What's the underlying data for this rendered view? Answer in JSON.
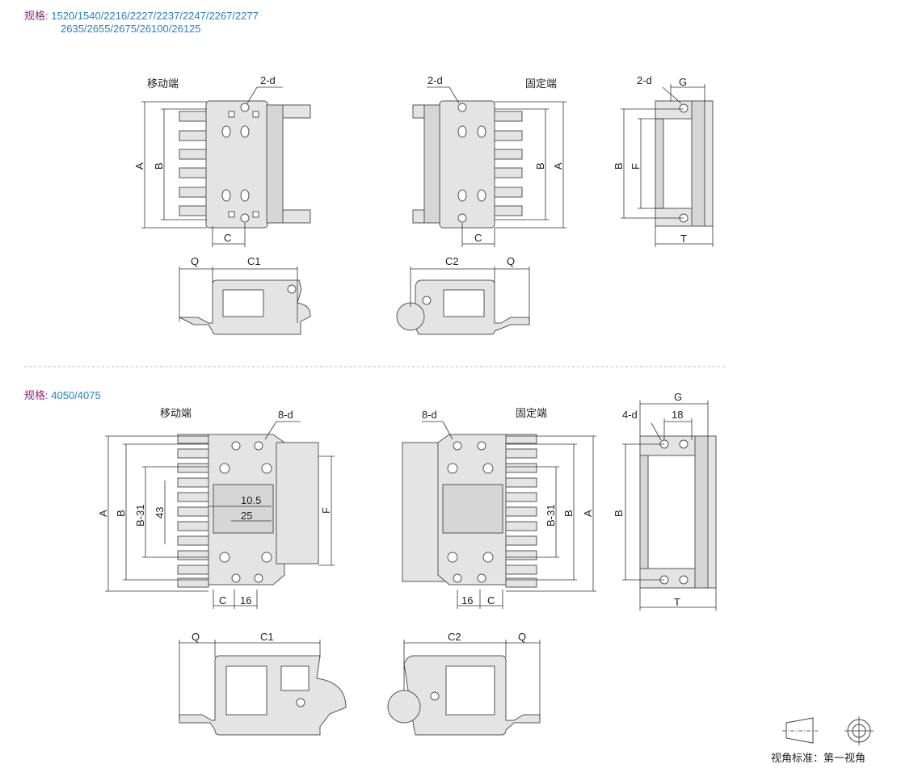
{
  "section1": {
    "spec_label": "规格:",
    "spec_line1": "1520/1540/2216/2227/2237/2247/2267/2277",
    "spec_line2": "2635/2655/2675/26100/26125",
    "moving_end": {
      "title": "移动端",
      "hole": "2-d",
      "A": "A",
      "B": "B",
      "C": "C"
    },
    "fixed_end": {
      "title": "固定端",
      "hole": "2-d",
      "A": "A",
      "B": "B",
      "C": "C"
    },
    "side": {
      "hole": "2-d",
      "G": "G",
      "B": "B",
      "F": "F",
      "T": "T"
    },
    "profile_moving": {
      "Q": "Q",
      "C1": "C1"
    },
    "profile_fixed": {
      "Q": "Q",
      "C2": "C2"
    }
  },
  "section2": {
    "spec_label": "规格:",
    "spec_line1": "4050/4075",
    "moving_end": {
      "title": "移动端",
      "hole": "8-d",
      "A": "A",
      "B": "B",
      "B31": "B-31",
      "d43": "43",
      "d10_5": "10.5",
      "d25": "25",
      "F": "F",
      "C": "C",
      "d16": "16"
    },
    "fixed_end": {
      "title": "固定端",
      "hole": "8-d",
      "A": "A",
      "B": "B",
      "B31": "B-31",
      "C": "C",
      "d16": "16"
    },
    "side": {
      "G": "G",
      "hole": "4-d",
      "d18": "18",
      "B": "B",
      "T": "T"
    },
    "profile_moving": {
      "Q": "Q",
      "C1": "C1"
    },
    "profile_fixed": {
      "Q": "Q",
      "C2": "C2"
    }
  },
  "footer": {
    "projection_label": "视角标准：第一视角"
  }
}
